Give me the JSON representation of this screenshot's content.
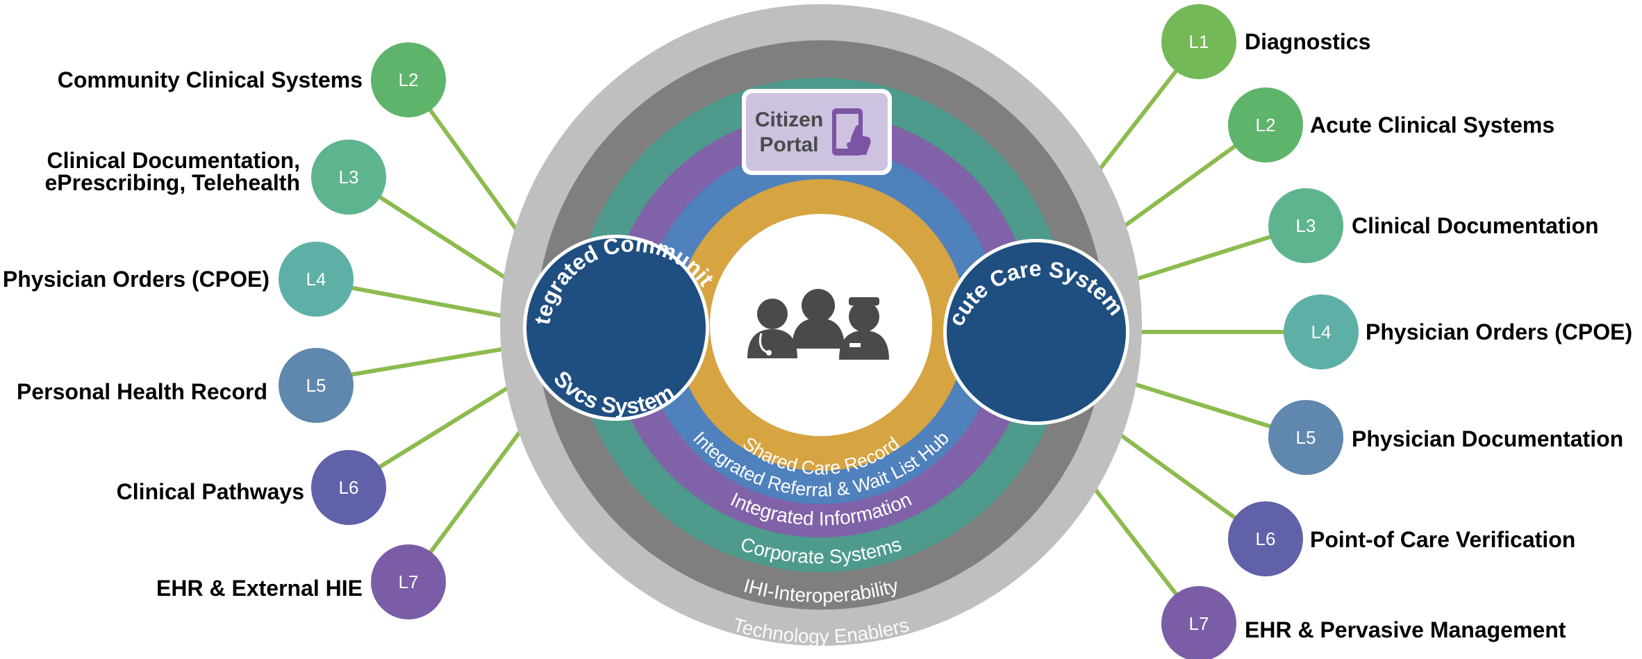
{
  "colors": {
    "ring_technology": "#bfbfbf",
    "ring_interop": "#7f7f7f",
    "ring_corporate": "#4e9a8c",
    "ring_information": "#8062a8",
    "ring_referral": "#4f81bd",
    "ring_shared": "#d6a441",
    "hub": "#1f4e80",
    "connector": "#8cbb4e",
    "portal_fill": "#cdc2e0",
    "portal_icon": "#7b55a3",
    "people_icon": "#4a4a4a",
    "L1": "#74b957",
    "L2": "#5db46a",
    "L3": "#5db48f",
    "L4": "#5eb0a6",
    "L5": "#6087ad",
    "L6": "#6061a8",
    "L7": "#7a5da6"
  },
  "rings": {
    "technology": "Technology Enablers",
    "interop": "IHI-Interoperability",
    "corporate": "Corporate Systems",
    "information": "Integrated Information",
    "referral": "Integrated Referral & Wait List Hub",
    "shared": "Shared Care Record"
  },
  "portal": {
    "line1": "Citizen",
    "line2": "Portal",
    "icon": "tablet-touch-icon"
  },
  "center_icon": "care-team-people-icon",
  "hubs": {
    "community": {
      "top": "Integrated Community",
      "bottom": "Svcs System"
    },
    "acute": {
      "top": "Acute Care Systems"
    }
  },
  "left_items": [
    {
      "badge": "L2",
      "label": "Community Clinical Systems"
    },
    {
      "badge": "L3",
      "label_line1": "Clinical Documentation,",
      "label_line2": "ePrescribing, Telehealth"
    },
    {
      "badge": "L4",
      "label": "Physician Orders (CPOE)"
    },
    {
      "badge": "L5",
      "label": "Personal Health Record"
    },
    {
      "badge": "L6",
      "label": "Clinical Pathways"
    },
    {
      "badge": "L7",
      "label": "EHR & External HIE"
    }
  ],
  "right_items": [
    {
      "badge": "L1",
      "label": "Diagnostics"
    },
    {
      "badge": "L2",
      "label": "Acute Clinical Systems"
    },
    {
      "badge": "L3",
      "label": "Clinical Documentation"
    },
    {
      "badge": "L4",
      "label": "Physician Orders (CPOE)"
    },
    {
      "badge": "L5",
      "label": "Physician Documentation"
    },
    {
      "badge": "L6",
      "label": "Point-of Care Verification"
    },
    {
      "badge": "L7",
      "label": "EHR & Pervasive Management"
    }
  ]
}
